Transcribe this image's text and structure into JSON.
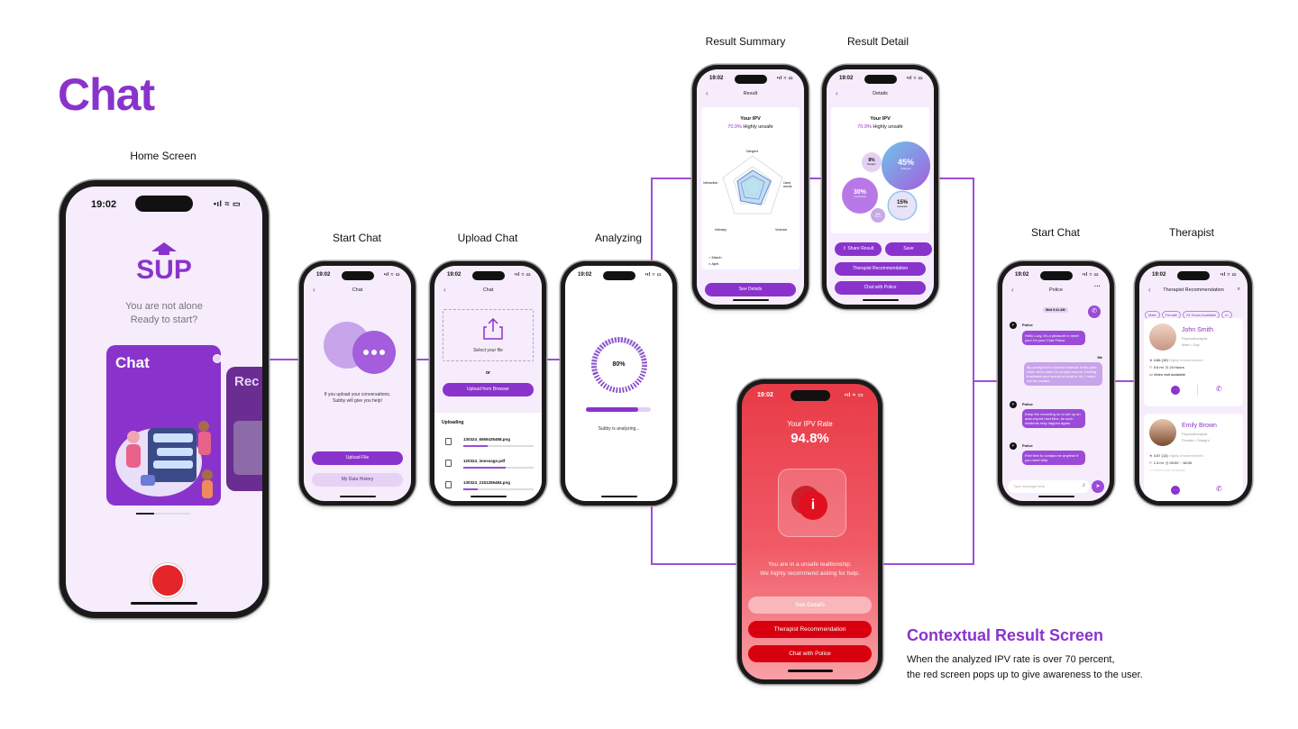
{
  "page_title": "Chat",
  "labels": {
    "home": "Home Screen",
    "start_chat": "Start Chat",
    "upload_chat": "Upload Chat",
    "analyzing": "Analyzing",
    "result_summary": "Result Summary",
    "result_detail": "Result Detail",
    "start_chat_2": "Start Chat",
    "therapist": "Therapist"
  },
  "status": {
    "time": "19:02",
    "signal": "•ıl ≈ ▭"
  },
  "home": {
    "logo": "SUP",
    "tagline_1": "You are not alone",
    "tagline_2": "Ready to start?",
    "card_chat": "Chat",
    "card_rec": "Rec"
  },
  "start_chat": {
    "header": "Chat",
    "text_1": "If you upload your conversations,",
    "text_2": "Subby will give you help!",
    "upload_btn": "Upload File",
    "history_btn": "My Data History"
  },
  "upload_chat": {
    "header": "Chat",
    "select": "Select your file",
    "or": "or",
    "browser_btn": "Upload from Browser",
    "uploading": "Uploading",
    "files": [
      {
        "name": "130324_6569435468.png",
        "progress": 0.35
      },
      {
        "name": "120324_imessage.pdf",
        "progress": 0.6
      },
      {
        "name": "130324_2151256484.png",
        "progress": 0.2
      }
    ]
  },
  "analyzing": {
    "percent": "80%",
    "status": "Subby is analyzing...",
    "progress": 0.8
  },
  "result_summary": {
    "header": "Result",
    "your_ipv": "Your IPV",
    "rate": "70.9%",
    "rate_label": "Highly unsafe",
    "axes": [
      "Dangers",
      "Used words",
      "Violence",
      "Intimacy",
      "Interaction"
    ],
    "legend": [
      "March",
      "April"
    ],
    "btn": "See Details"
  },
  "result_detail": {
    "header": "Details",
    "your_ipv": "Your IPV",
    "rate": "70.9%",
    "rate_label": "Highly unsafe",
    "bubbles": [
      {
        "pct": "45%",
        "label": "Violence"
      },
      {
        "pct": "8%",
        "label": "Dangers"
      },
      {
        "pct": "30%",
        "label": "Used words"
      },
      {
        "pct": "15%",
        "label": "Interaction"
      },
      {
        "pct": "2%",
        "label": "Intimacy"
      }
    ],
    "share_btn": "Share Result",
    "save_btn": "Save",
    "therapist_btn": "Therapist Recommendation",
    "police_btn": "Chat with Police"
  },
  "red": {
    "title": "Your IPV Rate",
    "rate": "94.8%",
    "icon": "i",
    "msg_1": "You are in a unsafe realtionship.",
    "msg_2": "We highly recommend asking for help.",
    "details_btn": "See Details",
    "therapist_btn": "Therapist Recommendation",
    "police_btn": "Chat with Police"
  },
  "police_chat": {
    "header": "Police",
    "date": "Wed 9:41 AM",
    "sender": "Police",
    "me": "Me",
    "avatar": "P",
    "m1": "Hello Lucy, it's a pleasure to meet you! I'm your Chat Police.",
    "m2": "My yeonjoo'd to commit violence in the park when there were no people around. Feeling frustrated and unsure of what to do, I reach out for contact.",
    "m3": "Keep the recording on or set up an auto-export next time, as such incidents may happen again.",
    "m4": "Feel free to contact me anytime if you need help.",
    "placeholder": "Type message here"
  },
  "therapist": {
    "header": "Therapist Recommendation",
    "chips": [
      "Male",
      "Female",
      "24 Hours Available",
      "In"
    ],
    "t1": {
      "name": "John Smith",
      "role": "Psychotherapist",
      "tags": "Male • Gay",
      "rating": "4.86 (19)",
      "rec": "Highly recommended",
      "dist": "0.6 mi",
      "hours": "24 Hours",
      "video": "Video visit available"
    },
    "t2": {
      "name": "Emily Brown",
      "role": "Psychotherapist",
      "tags": "Female • Straight",
      "rating": "4.57 (13)",
      "rec": "Highly recommended",
      "dist": "1.3 mi",
      "hours": "09:00 ~ 18:00",
      "video": "Video visit available"
    }
  },
  "contextual": {
    "title": "Contextual Result Screen",
    "line_1": "When the analyzed IPV rate is over 70 percent,",
    "line_2": "the red screen pops up to give awareness to the user."
  },
  "colors": {
    "accent": "#8a33cc",
    "red": "#e83b47",
    "screen_bg": "#f6ecfc"
  }
}
